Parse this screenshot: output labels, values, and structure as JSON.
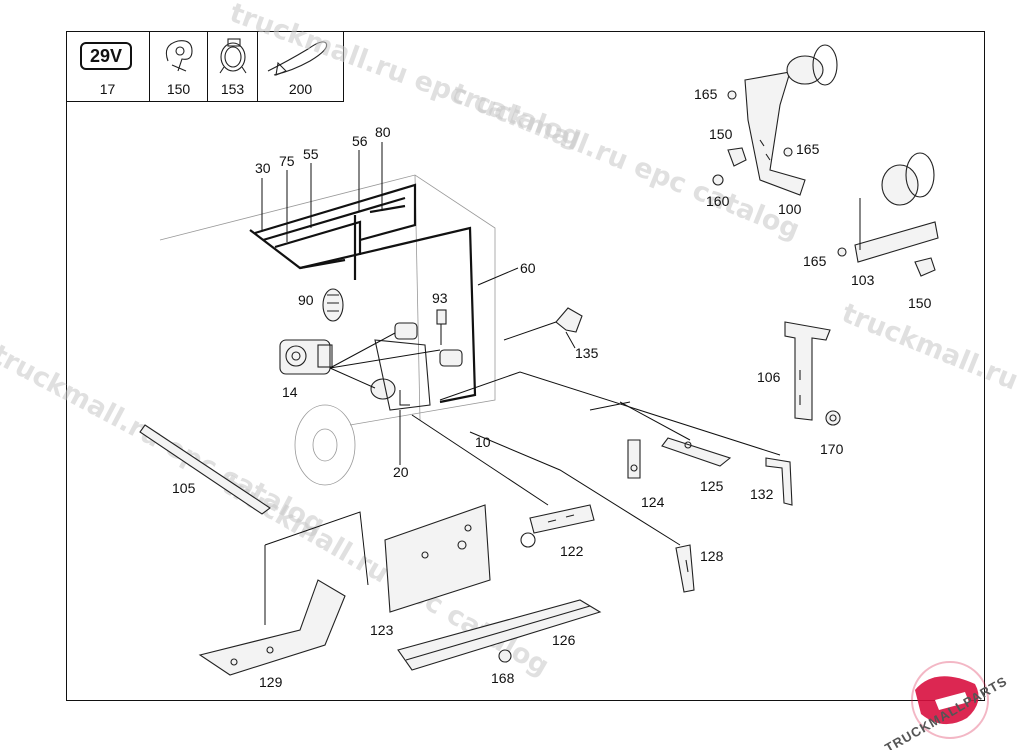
{
  "legend": {
    "badge": "29V",
    "cells": [
      {
        "number": "17",
        "icon": "voltage-badge-icon"
      },
      {
        "number": "150",
        "icon": "cable-clip-icon"
      },
      {
        "number": "153",
        "icon": "hose-clamp-icon"
      },
      {
        "number": "200",
        "icon": "cable-tie-icon"
      }
    ]
  },
  "callouts": {
    "c30": "30",
    "c75": "75",
    "c55": "55",
    "c56": "56",
    "c80": "80",
    "c60": "60",
    "c90": "90",
    "c93": "93",
    "c14": "14",
    "c135": "135",
    "c10": "10",
    "c20": "20",
    "c105": "105",
    "c106": "106",
    "c170": "170",
    "c124": "124",
    "c125": "125",
    "c132": "132",
    "c122": "122",
    "c128": "128",
    "c123": "123",
    "c126": "126",
    "c129": "129",
    "c168": "168",
    "c165a": "165",
    "c150a": "150",
    "c165b": "165",
    "c160": "160",
    "c100": "100",
    "c165c": "165",
    "c103": "103",
    "c150b": "150"
  },
  "watermark": {
    "text1": "truckmall.ru epc catalog",
    "text2": "truckmall.ru epc catalog",
    "text3": "truckmall.ru epc catalog",
    "text4": "truckmall.ru epc catalog",
    "text5": "truckmall.ru epc catalog"
  },
  "logo": {
    "text": "TRUCKMALLPARTS",
    "colors": {
      "primary": "#d8103f",
      "secondary": "#555555"
    }
  }
}
